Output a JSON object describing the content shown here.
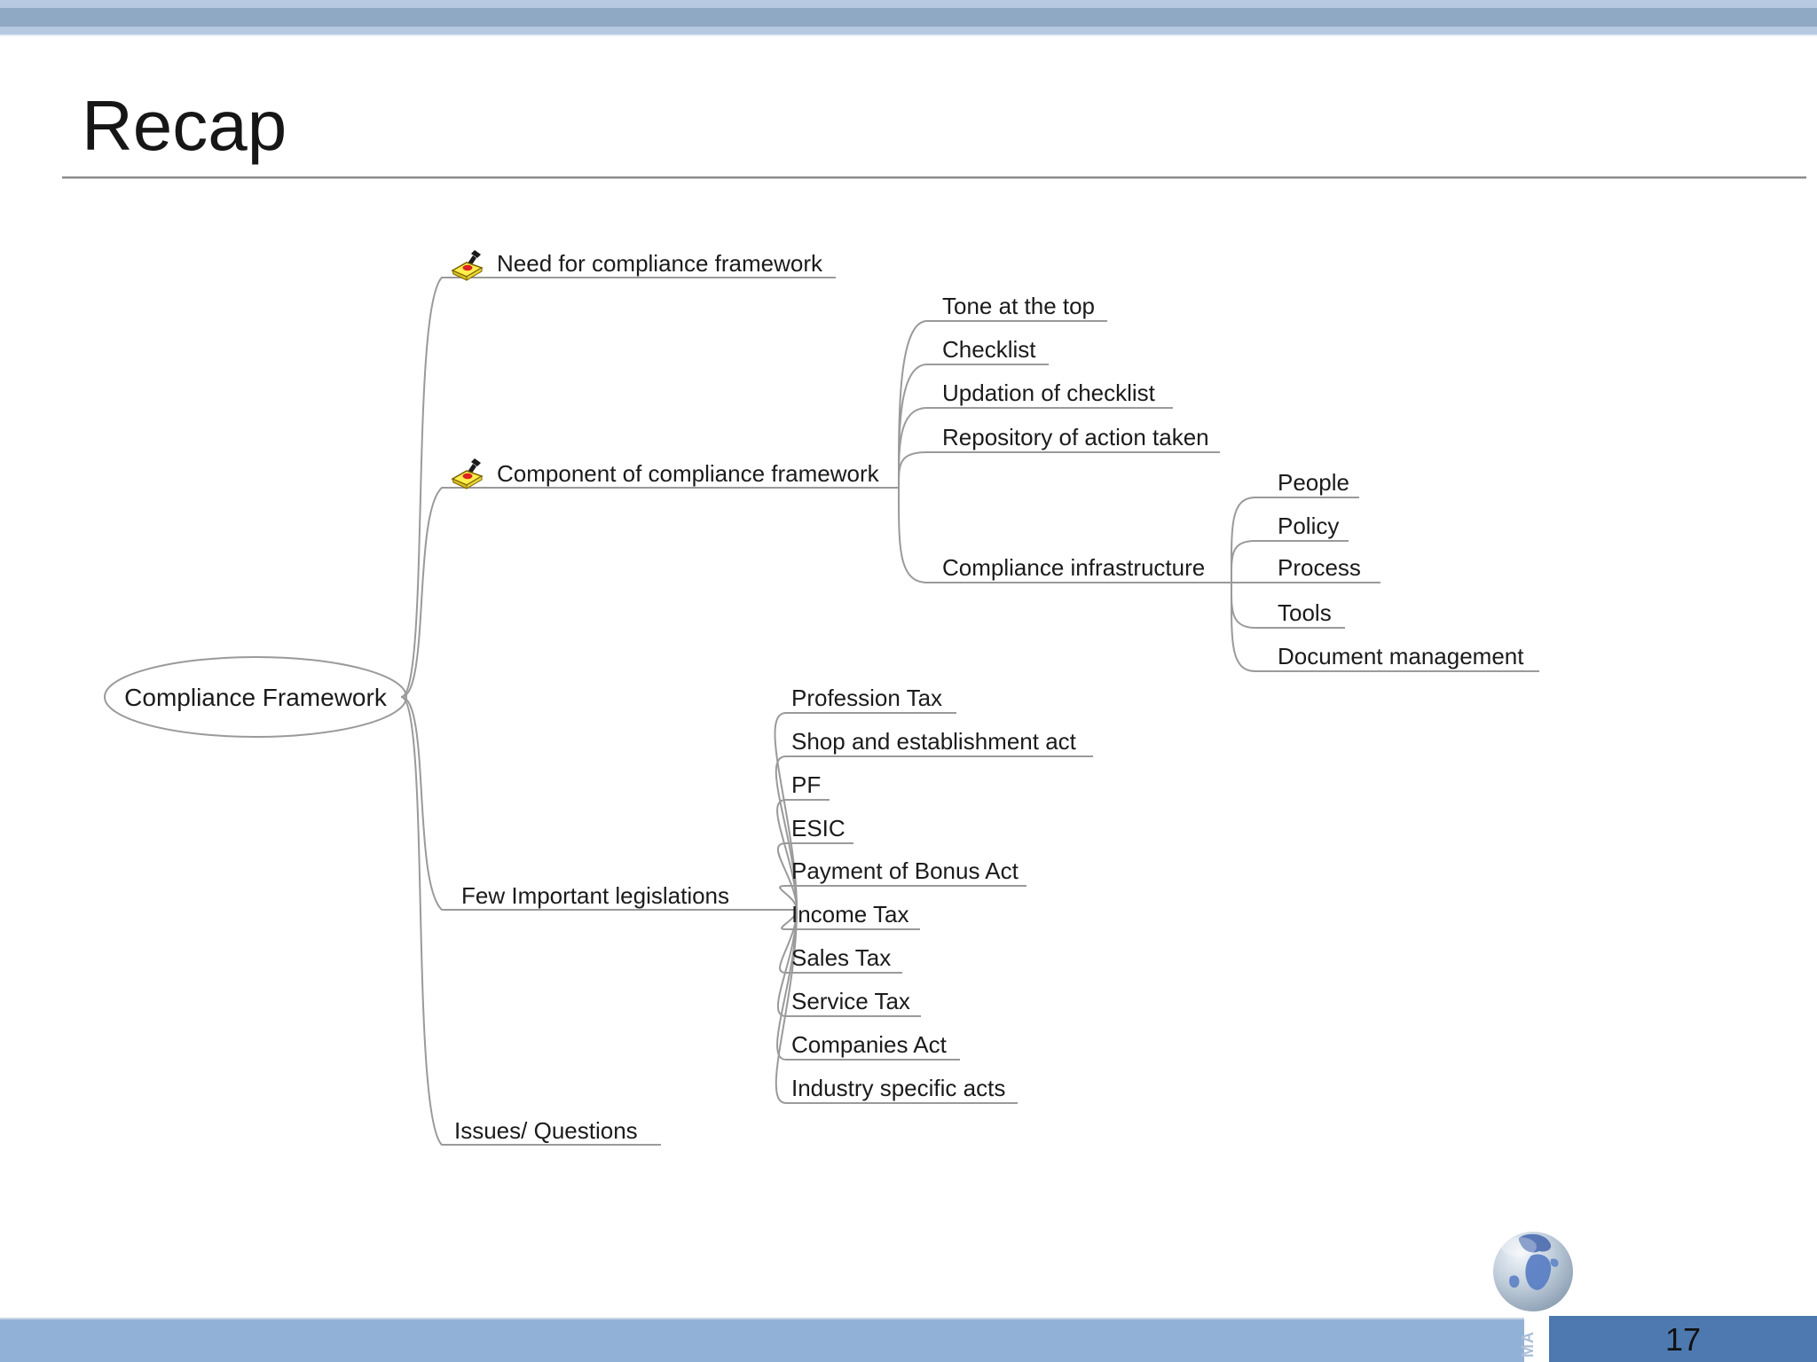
{
  "slide": {
    "title": "Recap",
    "page_number": "17",
    "side_watermark": "MA"
  },
  "colors": {
    "top_band_light": "#b6c9e0",
    "top_band_dark": "#8fa9c4",
    "footer_left_bar": "#92b1d6",
    "footer_right_bar": "#4d79b0",
    "edge_gray": "#9a9a9a",
    "icon_yellow": "#ffef4d",
    "icon_red": "#dd2222"
  },
  "mindmap": {
    "root_label": "Compliance Framework",
    "branches": [
      {
        "label": "Need for compliance framework",
        "icon": "paintbrush-icon"
      },
      {
        "label": "Component of compliance framework",
        "icon": "paintbrush-icon"
      },
      {
        "label": "Few Important legislations",
        "icon": ""
      },
      {
        "label": "Issues/ Questions",
        "icon": ""
      }
    ],
    "component_children": [
      "Tone at the top",
      "Checklist",
      "Updation of checklist",
      "Repository of action taken",
      "Compliance infrastructure"
    ],
    "infrastructure_children": [
      "People",
      "Policy",
      "Process",
      "Tools",
      "Document management"
    ],
    "legislation_children": [
      "Profession Tax",
      "Shop and establishment act",
      "PF",
      "ESIC",
      "Payment of Bonus Act",
      "Income Tax",
      "Sales Tax",
      "Service Tax",
      "Companies Act",
      "Industry specific acts"
    ]
  }
}
